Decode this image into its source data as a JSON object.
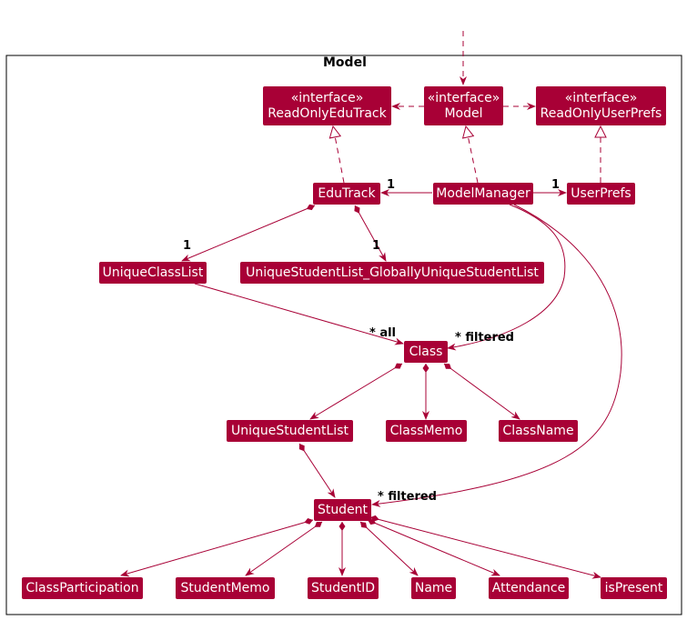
{
  "package": {
    "title": "Model"
  },
  "classes": {
    "read_only_edu_track": {
      "stereotype": "«interface»",
      "name": "ReadOnlyEduTrack"
    },
    "model": {
      "stereotype": "«interface»",
      "name": "Model"
    },
    "read_only_user_prefs": {
      "stereotype": "«interface»",
      "name": "ReadOnlyUserPrefs"
    },
    "edu_track": {
      "name": "EduTrack"
    },
    "model_manager": {
      "name": "ModelManager"
    },
    "user_prefs": {
      "name": "UserPrefs"
    },
    "unique_class_list": {
      "name": "UniqueClassList"
    },
    "unique_student_list_global": {
      "name": "UniqueStudentList_GloballyUniqueStudentList"
    },
    "class": {
      "name": "Class"
    },
    "unique_student_list": {
      "name": "UniqueStudentList"
    },
    "class_memo": {
      "name": "ClassMemo"
    },
    "class_name": {
      "name": "ClassName"
    },
    "student": {
      "name": "Student"
    },
    "class_participation": {
      "name": "ClassParticipation"
    },
    "student_memo": {
      "name": "StudentMemo"
    },
    "student_id": {
      "name": "StudentID"
    },
    "name": {
      "name": "Name"
    },
    "attendance": {
      "name": "Attendance"
    },
    "is_present": {
      "name": "isPresent"
    }
  },
  "multiplicities": {
    "modelmanager_edutrack": "1",
    "modelmanager_userprefs": "1",
    "edutrack_uniqueclasslist": "1",
    "edutrack_globalstudentlist": "1",
    "classlist_class": "* all",
    "modelmanager_class": "* filtered",
    "modelmanager_student": "* filtered"
  },
  "colors": {
    "node": "#a80036",
    "line": "#a80036",
    "text_on_node": "#ffffff"
  }
}
